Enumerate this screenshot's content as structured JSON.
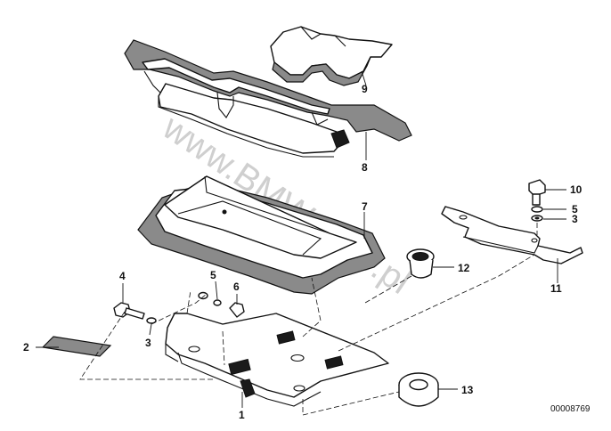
{
  "watermark": "www.BMWstore.pl",
  "reference_code": "00008769",
  "part_labels": {
    "p1": "1",
    "p2": "2",
    "p3a": "3",
    "p3b": "3",
    "p4": "4",
    "p5a": "5",
    "p5b": "5",
    "p6": "6",
    "p7": "7",
    "p8": "8",
    "p9": "9",
    "p10": "10",
    "p11": "11",
    "p12": "12",
    "p13": "13"
  }
}
